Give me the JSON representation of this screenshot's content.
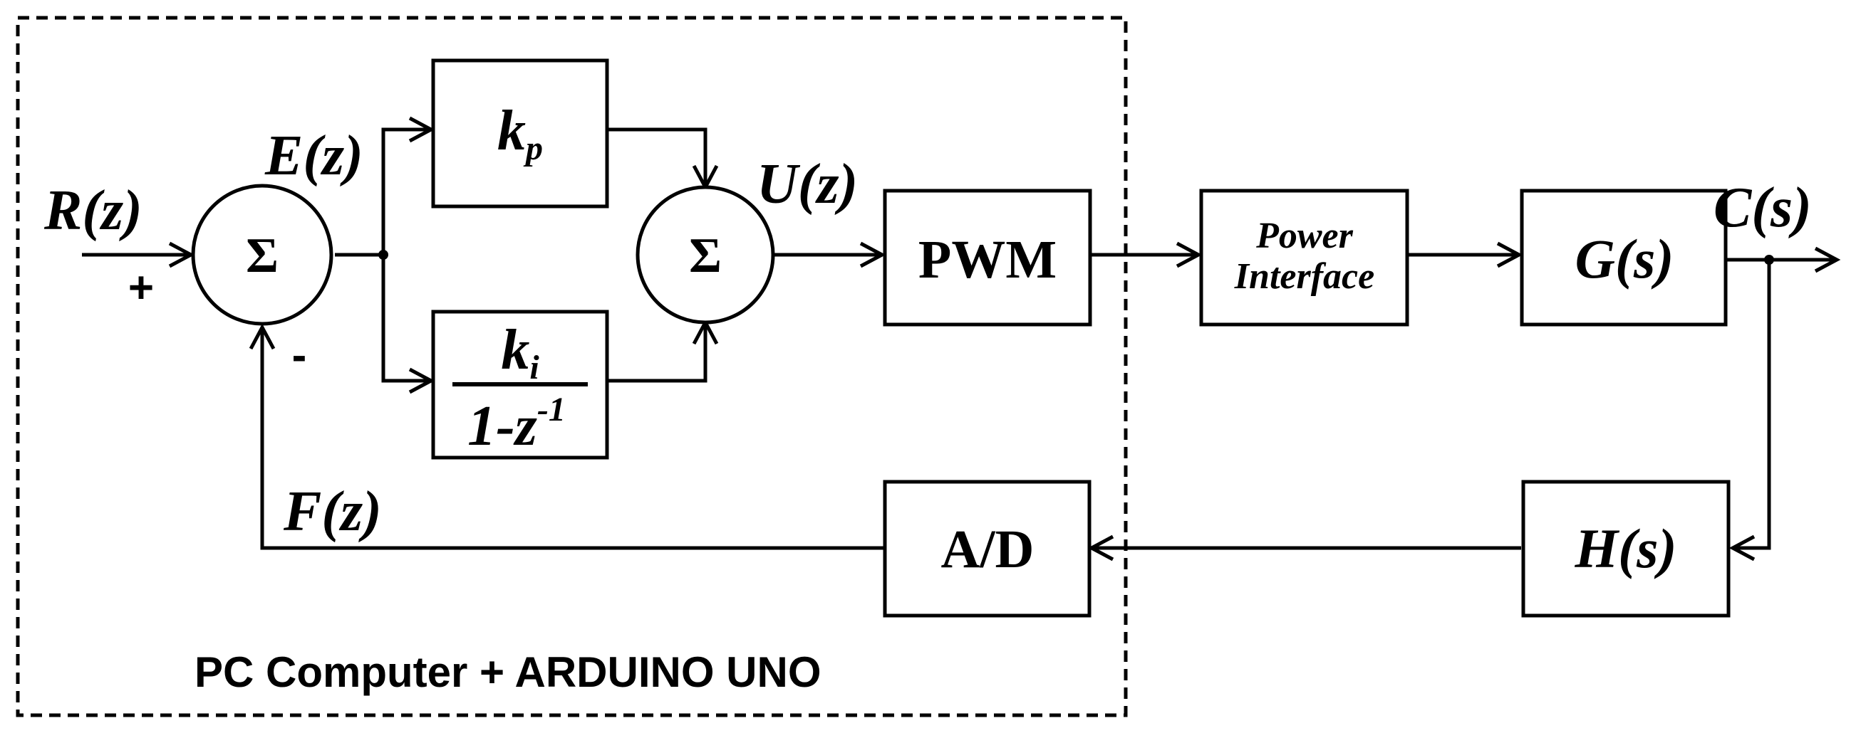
{
  "boundary": {
    "label": "PC Computer + ARDUINO UNO"
  },
  "signals": {
    "reference": "R(z)",
    "error": "E(z)",
    "control": "U(z)",
    "output": "C(s)",
    "feedback": "F(z)"
  },
  "signs": {
    "plus": "+",
    "minus": "-"
  },
  "summers": {
    "symbol": "Σ"
  },
  "blocks": {
    "kp": {
      "main": "k",
      "sub": "p"
    },
    "ki": {
      "num_main": "k",
      "num_sub": "i",
      "den_main": "1-z",
      "den_sup": "-1"
    },
    "pwm": "PWM",
    "power_interface": {
      "line1": "Power",
      "line2": "Interface"
    },
    "plant": "G(s)",
    "sensor": "H(s)",
    "adc": "A/D"
  }
}
